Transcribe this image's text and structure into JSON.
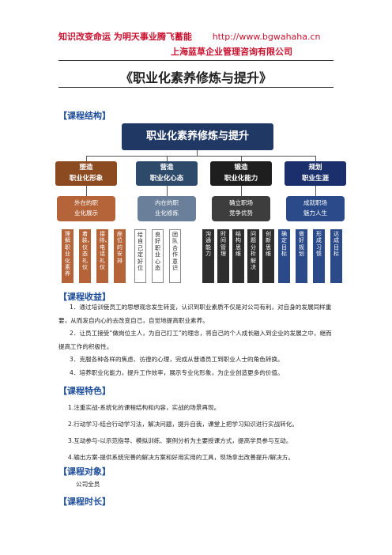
{
  "header": {
    "slogan": "知识改变命运 为明天事业腾飞蓄能",
    "url": "http://www.bgwahaha.cn",
    "company": "上海蓝草企业管理咨询有限公司"
  },
  "title": "《职业化素养修炼与提升》",
  "sections": {
    "structure": "【课程结构】",
    "benefits": "【课程收益】",
    "features": "【课程特色】",
    "audience": "【课程对象】",
    "duration": "【课程时长】"
  },
  "diagram": {
    "root": "职业化素养修炼与提升",
    "columns": [
      {
        "head_line1": "塑造",
        "head_line2": "职业化形象",
        "sub_line1": "外在的职",
        "sub_line2": "业化展示",
        "leaves": [
          "理解职业化素养",
          "着装、仪态礼仪",
          "接待、电话礼仪",
          "座位的安排"
        ],
        "color": "#8b4a1f"
      },
      {
        "head_line1": "营造",
        "head_line2": "职业化心态",
        "sub_line1": "内在的职",
        "sub_line2": "业化修炼",
        "leaves": [
          "给自己定好位",
          "良好职业心态",
          "团队合作意识"
        ],
        "color": "#2e4a6b"
      },
      {
        "head_line1": "锻造",
        "head_line2": "职业化能力",
        "sub_line1": "确立职场",
        "sub_line2": "竞争优势",
        "leaves": [
          "沟通能力",
          "时间管理",
          "结构思维",
          "问题分析解决",
          "创新思维"
        ],
        "color": "#1e1e1e"
      },
      {
        "head_line1": "规划",
        "head_line2": "职业生涯",
        "sub_line1": "成就职场",
        "sub_line2": "魅力人生",
        "leaves": [
          "确定目标",
          "做好规划",
          "形成习惯",
          "达成目标"
        ],
        "color": "#1a2f6b"
      }
    ]
  },
  "benefits": [
    "1．通过培训使员工的思想观念发生转变，认识到职业素质不仅是对公司有利，对自身的发展同样重要，从而发自内心的去改变自己，自觉地提高职业素养。",
    "2．让员工接受“做岗位主人，为自己打工”的理念，将自己的个人成长融入到企业的发展之中，继而提高工作的积极性。",
    "3．克服各种各样的焦虑、彷徨的心理，完成从普通员工到职业人士的角色转换。",
    "4．培养职业化能力，提升工作效率，展示专业化形象，为企业创造更多的价值。"
  ],
  "features": [
    "1.注重实战-系统化的课程结构和内容，实战的场景再现。",
    "2.行动学习-结合行动学习法，解决问题，提升自我，课堂上把学习知识进行实战转化。",
    "3.互动参与-以示范指导、模拟训练、案例分析为主要授课方式，提高学员参与互动。",
    "4.输出方案-提供系统完善的解决方案和好用实用的工具，现场拿出改善提升/解决方。"
  ],
  "audience": "公司全员",
  "colors": {
    "accent_red": "#c8102e",
    "section_blue": "#1f4e9a"
  }
}
